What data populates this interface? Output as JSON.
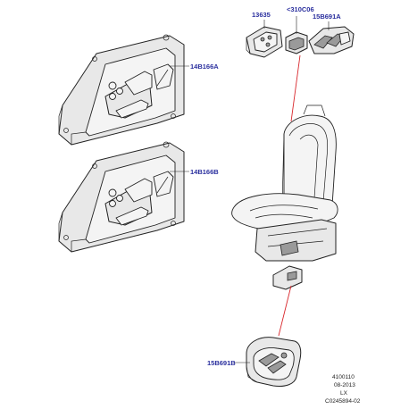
{
  "callouts": {
    "c13635": "13635",
    "c310c06": "<310C06",
    "c15b691a": "15B691A",
    "c14b166a": "14B166A",
    "c14b166b": "14B166B",
    "c15b691b": "15B691B"
  },
  "reference": {
    "code": "4100110",
    "date": "08-2013",
    "model": "LX",
    "drawing_number": "C0245894-02"
  },
  "colors": {
    "callout_text": "#2a2f9e",
    "pointer_line": "#d8262b",
    "outline": "#222222"
  }
}
